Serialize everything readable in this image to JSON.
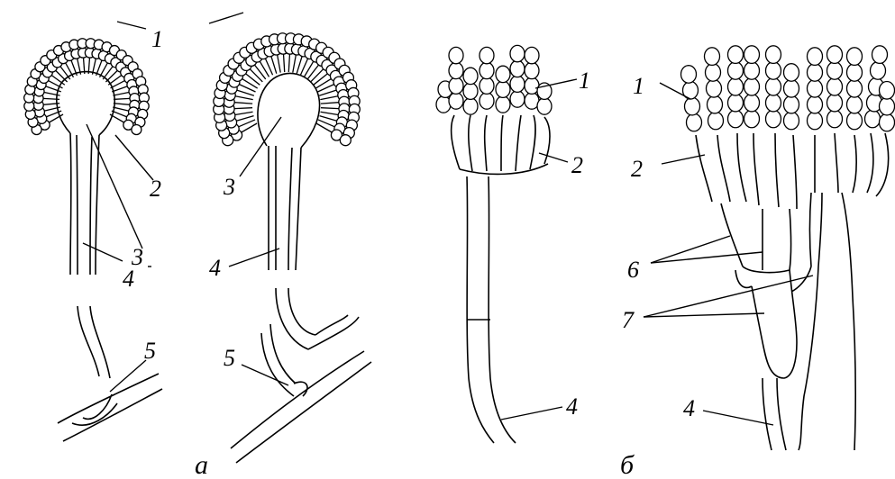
{
  "figure": {
    "labels": {
      "a1": "1",
      "a2": "2",
      "a3": "3",
      "a3b": "3",
      "a4": "4",
      "a4b": "4",
      "a5": "5",
      "a5b": "5",
      "b1": "1",
      "b2": "2",
      "b4": "4",
      "c1": "1",
      "c2": "2",
      "c6": "6",
      "c7": "7",
      "c4": "4"
    },
    "captions": {
      "left": "a",
      "right": "б"
    }
  }
}
